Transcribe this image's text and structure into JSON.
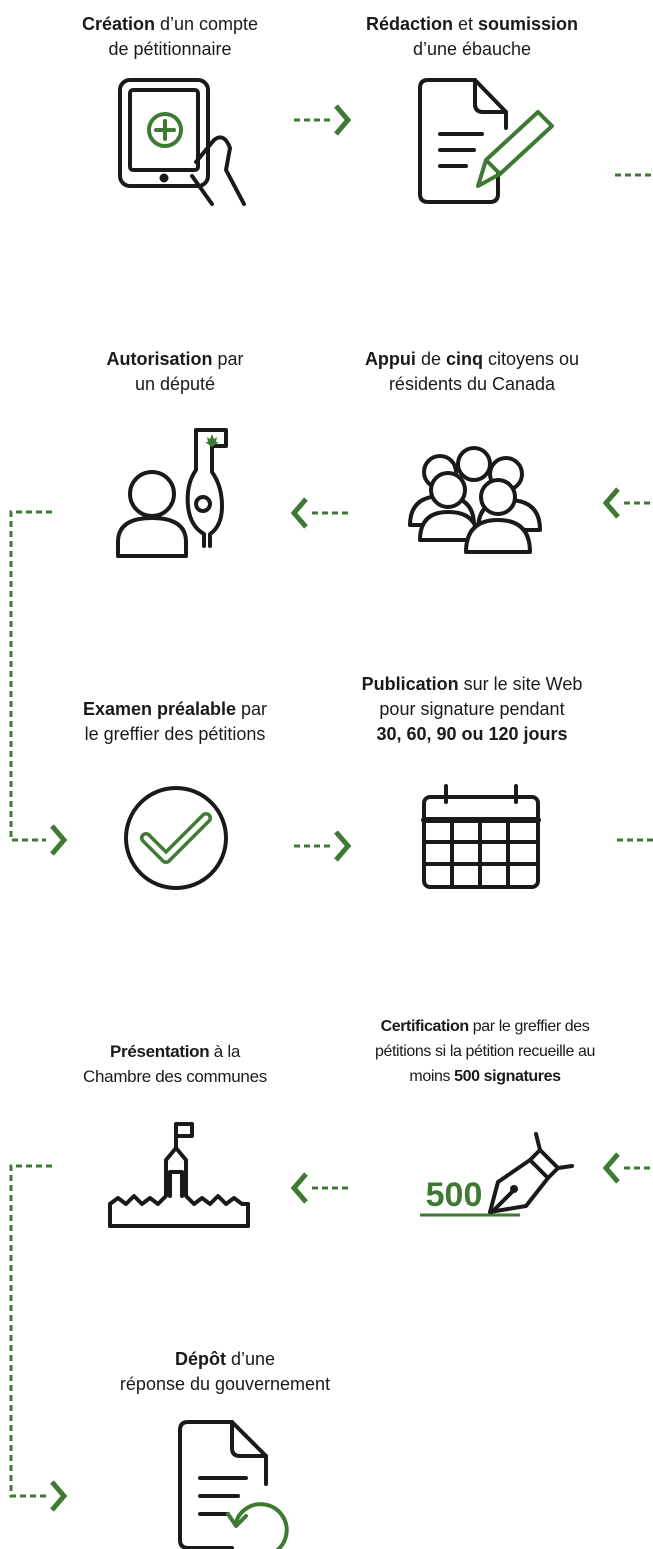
{
  "colors": {
    "green": "#3f7a35",
    "ink": "#1a1a1a"
  },
  "steps": [
    {
      "id": "creation",
      "lines": [
        [
          {
            "b": "Création"
          },
          {
            "t": " d’un compte"
          }
        ],
        [
          {
            "t": "de pétitionnaire"
          }
        ]
      ],
      "icon": "tablet-add-icon"
    },
    {
      "id": "redaction",
      "lines": [
        [
          {
            "b": "Rédaction"
          },
          {
            "t": " et "
          },
          {
            "b": "soumission"
          }
        ],
        [
          {
            "t": "d’une ébauche"
          }
        ]
      ],
      "icon": "document-pen-icon"
    },
    {
      "id": "appui",
      "lines": [
        [
          {
            "b": "Appui"
          },
          {
            "t": " de "
          },
          {
            "b": "cinq"
          },
          {
            "t": " citoyens ou"
          }
        ],
        [
          {
            "t": "résidents du Canada"
          }
        ]
      ],
      "icon": "group-people-icon"
    },
    {
      "id": "autorisation",
      "lines": [
        [
          {
            "b": "Autorisation"
          },
          {
            "t": " par"
          }
        ],
        [
          {
            "t": "un député"
          }
        ]
      ],
      "icon": "person-mace-icon"
    },
    {
      "id": "examen",
      "lines": [
        [
          {
            "b": "Examen préalable"
          },
          {
            "t": " par"
          }
        ],
        [
          {
            "t": "le greffier des pétitions"
          }
        ]
      ],
      "icon": "checkmark-circle-icon"
    },
    {
      "id": "publication",
      "lines": [
        [
          {
            "b": "Publication"
          },
          {
            "t": " sur le site Web"
          }
        ],
        [
          {
            "t": "pour signature pendant"
          }
        ],
        [
          {
            "b": "30, 60, 90 ou 120 jours"
          }
        ]
      ],
      "icon": "calendar-icon"
    },
    {
      "id": "certification",
      "lines": [
        [
          {
            "b": "Certification"
          },
          {
            "t": " par le greffier des"
          }
        ],
        [
          {
            "t": "pétitions si la pétition recueille au"
          }
        ],
        [
          {
            "t": "moins "
          },
          {
            "b": "500 signatures"
          }
        ]
      ],
      "icon": "500-pen-icon",
      "number": "500"
    },
    {
      "id": "presentation",
      "lines": [
        [
          {
            "b": "Présentation"
          },
          {
            "t": " à la"
          }
        ],
        [
          {
            "t": "Chambre des communes"
          }
        ]
      ],
      "icon": "parliament-icon"
    },
    {
      "id": "depot",
      "lines": [
        [
          {
            "b": "Dépôt"
          },
          {
            "t": " d’une"
          }
        ],
        [
          {
            "t": "réponse du gouvernement"
          }
        ]
      ],
      "icon": "document-return-icon"
    }
  ]
}
